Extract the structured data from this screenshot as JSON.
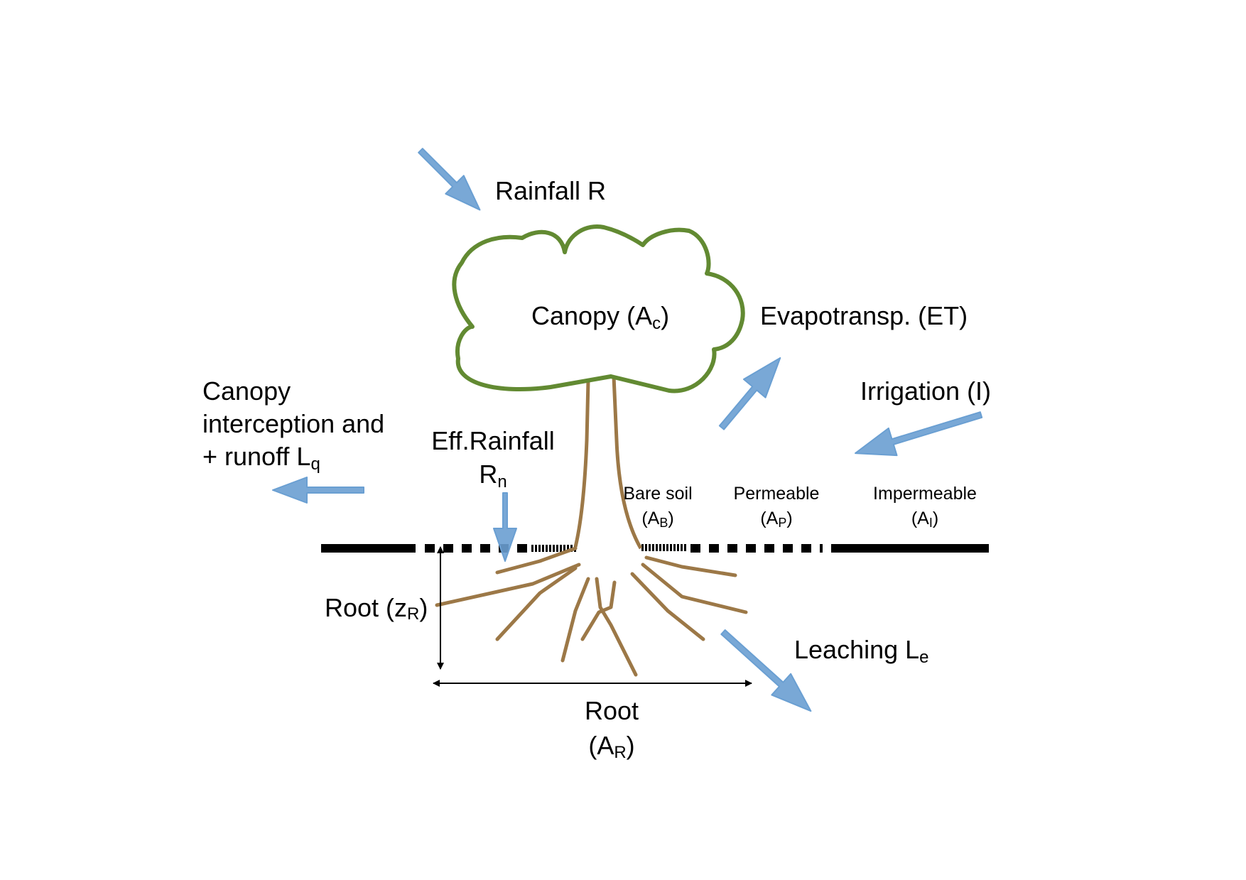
{
  "colors": {
    "arrow": "#6a9fd2",
    "canopy_outline": "#628a32",
    "trunk": "#9c7847",
    "ground": "#000000",
    "text": "#000000"
  },
  "labels": {
    "rainfall": "Rainfall R",
    "canopy": {
      "main": "Canopy (A",
      "sub": "c",
      "close": ")"
    },
    "evapotransp": "Evapotransp. (ET)",
    "irrigation": "Irrigation (I)",
    "interception": {
      "line1": "Canopy",
      "line2": "interception and",
      "line3_main": "+ runoff L",
      "line3_sub": "q"
    },
    "eff_rainfall": {
      "line1": "Eff.Rainfall",
      "line2_main": "R",
      "line2_sub": "n"
    },
    "bare_soil": {
      "line1": "Bare soil",
      "open": "(A",
      "sub": "B",
      "close": ")"
    },
    "permeable": {
      "line1": "Permeable",
      "open": "(A",
      "sub": "P",
      "close": ")"
    },
    "impermeable": {
      "line1": "Impermeable",
      "open": "(A",
      "sub": "I",
      "close": ")"
    },
    "root_depth": {
      "main": "Root (z",
      "sub": "R",
      "close": ")"
    },
    "leaching": {
      "main": "Leaching L",
      "sub": "e"
    },
    "root_area": {
      "line1": "Root",
      "open": "(A",
      "sub": "R",
      "close": ")"
    }
  }
}
